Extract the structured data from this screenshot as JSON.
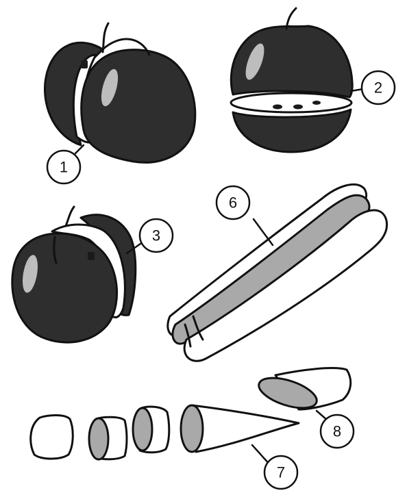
{
  "callouts": {
    "c1": "1",
    "c2": "2",
    "c3": "3",
    "c6": "6",
    "c7": "7",
    "c8": "8"
  },
  "colors": {
    "skin": "#2e2e2e",
    "cut_surface": "#a9a9a9",
    "outline": "#111111",
    "background": "#ffffff"
  }
}
